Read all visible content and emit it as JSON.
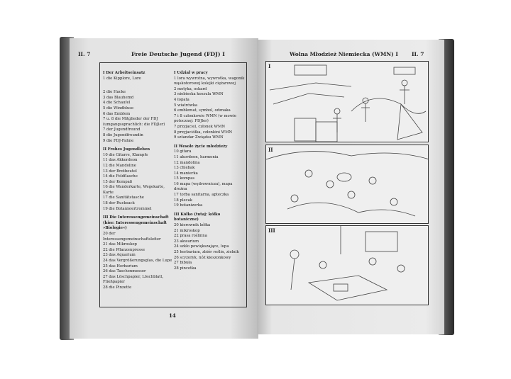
{
  "left_page": {
    "chapter": "II. 7",
    "title": "Freie Deutsche Jugend (FDJ) I",
    "page_number": "14",
    "german": [
      {
        "t": "I Der Arbeitseinsatz",
        "s": 1
      },
      {
        "t": "1 die Kipplore, Lore"
      },
      {
        "t": ""
      },
      {
        "t": ""
      },
      {
        "t": "2 die Hacke"
      },
      {
        "t": "3 das Blauhemd"
      },
      {
        "t": "4 die Schaufel"
      },
      {
        "t": "5 die Windbluse"
      },
      {
        "t": "6 das Emblem"
      },
      {
        "t": "7 u. 8 die Mitglieder der FDJ (umgangssprachlich: die FDJler)"
      },
      {
        "t": "7 der Jugendfreund"
      },
      {
        "t": "8 die Jugendfreundin"
      },
      {
        "t": "9 die FDJ-Fahne"
      },
      {
        "t": "II Frohes Jugendleben",
        "s": 1
      },
      {
        "t": "10 die Gitarre, Klampfe"
      },
      {
        "t": "11 das Akkordeon"
      },
      {
        "t": "12 die Mandoline"
      },
      {
        "t": "13 der Brotbeutel"
      },
      {
        "t": "14 die Feldflasche"
      },
      {
        "t": "15 der Kompaß"
      },
      {
        "t": "16 die Wanderkarte, Wegekarte, Karte"
      },
      {
        "t": "17 die Sanitätstasche"
      },
      {
        "t": "18 der Rucksack"
      },
      {
        "t": "19 die Botanisiertrommel"
      },
      {
        "t": "III Die Interessengemeinschaft (hier: Interessengemeinschaft »Biologie«)",
        "s": 1
      },
      {
        "t": "20 der Interessengemeinschaftsleiter"
      },
      {
        "t": "21 das Mikroskop"
      },
      {
        "t": "22 die Pflanzenpresse"
      },
      {
        "t": "23 das Aquarium"
      },
      {
        "t": "24 das Vergrößerungsglas, die Lupe"
      },
      {
        "t": "25 das Herbarium"
      },
      {
        "t": "26 das Taschenmesser"
      },
      {
        "t": "27 das Löschpapier, Löschblatt, Fließpapier"
      },
      {
        "t": "28 die Pinzette"
      }
    ],
    "polish": [
      {
        "t": "I Udział w pracy",
        "s": 1
      },
      {
        "t": "1 lora wywrotna, wywrotka, wagonik wąskotorowej kolejki ciężarowej"
      },
      {
        "t": "2 motyka, oskard"
      },
      {
        "t": "3 niebieska koszula WMN"
      },
      {
        "t": "4 łopata"
      },
      {
        "t": "5 wiatrówka"
      },
      {
        "t": "6 emblemat, symbol, odznaka"
      },
      {
        "t": "7 i 8 członkowie WMN (w mowie potocznej: FDJler)"
      },
      {
        "t": "7 przyjaciel, członek WMN"
      },
      {
        "t": "8 przyjaciółka, członkini WMN"
      },
      {
        "t": "9 sztandar Związku WMN"
      },
      {
        "t": "II Wesołe życie młodzieży",
        "s": 1
      },
      {
        "t": "10 gitara"
      },
      {
        "t": "11 akordeon, harmonia"
      },
      {
        "t": "12 mandolina"
      },
      {
        "t": "13 chlebak"
      },
      {
        "t": "14 manierka"
      },
      {
        "t": "15 kompas"
      },
      {
        "t": "16 mapa (wędrownicza), mapa drożna"
      },
      {
        "t": "17 torba sanitarna, apteczka"
      },
      {
        "t": "18 plecak"
      },
      {
        "t": "19 botanizerka"
      },
      {
        "t": "III Kółko (tutaj: kółko botaniczne)",
        "s": 1
      },
      {
        "t": "20 kierownik kółka"
      },
      {
        "t": "21 mikroskop"
      },
      {
        "t": "22 prasa roślinna"
      },
      {
        "t": "23 akwarium"
      },
      {
        "t": "24 szkło powiększające, lupa"
      },
      {
        "t": "25 herbarium, zbiór roślin, zielnik"
      },
      {
        "t": "26 scyzoryk, nóż kieszonkowy"
      },
      {
        "t": "27 bibuła"
      },
      {
        "t": "28 pincetka"
      }
    ]
  },
  "right_page": {
    "chapter": "II. 7",
    "title": "Wolna Młodzież Niemiecka (WMN) I",
    "panels": [
      "I",
      "II",
      "III"
    ]
  }
}
